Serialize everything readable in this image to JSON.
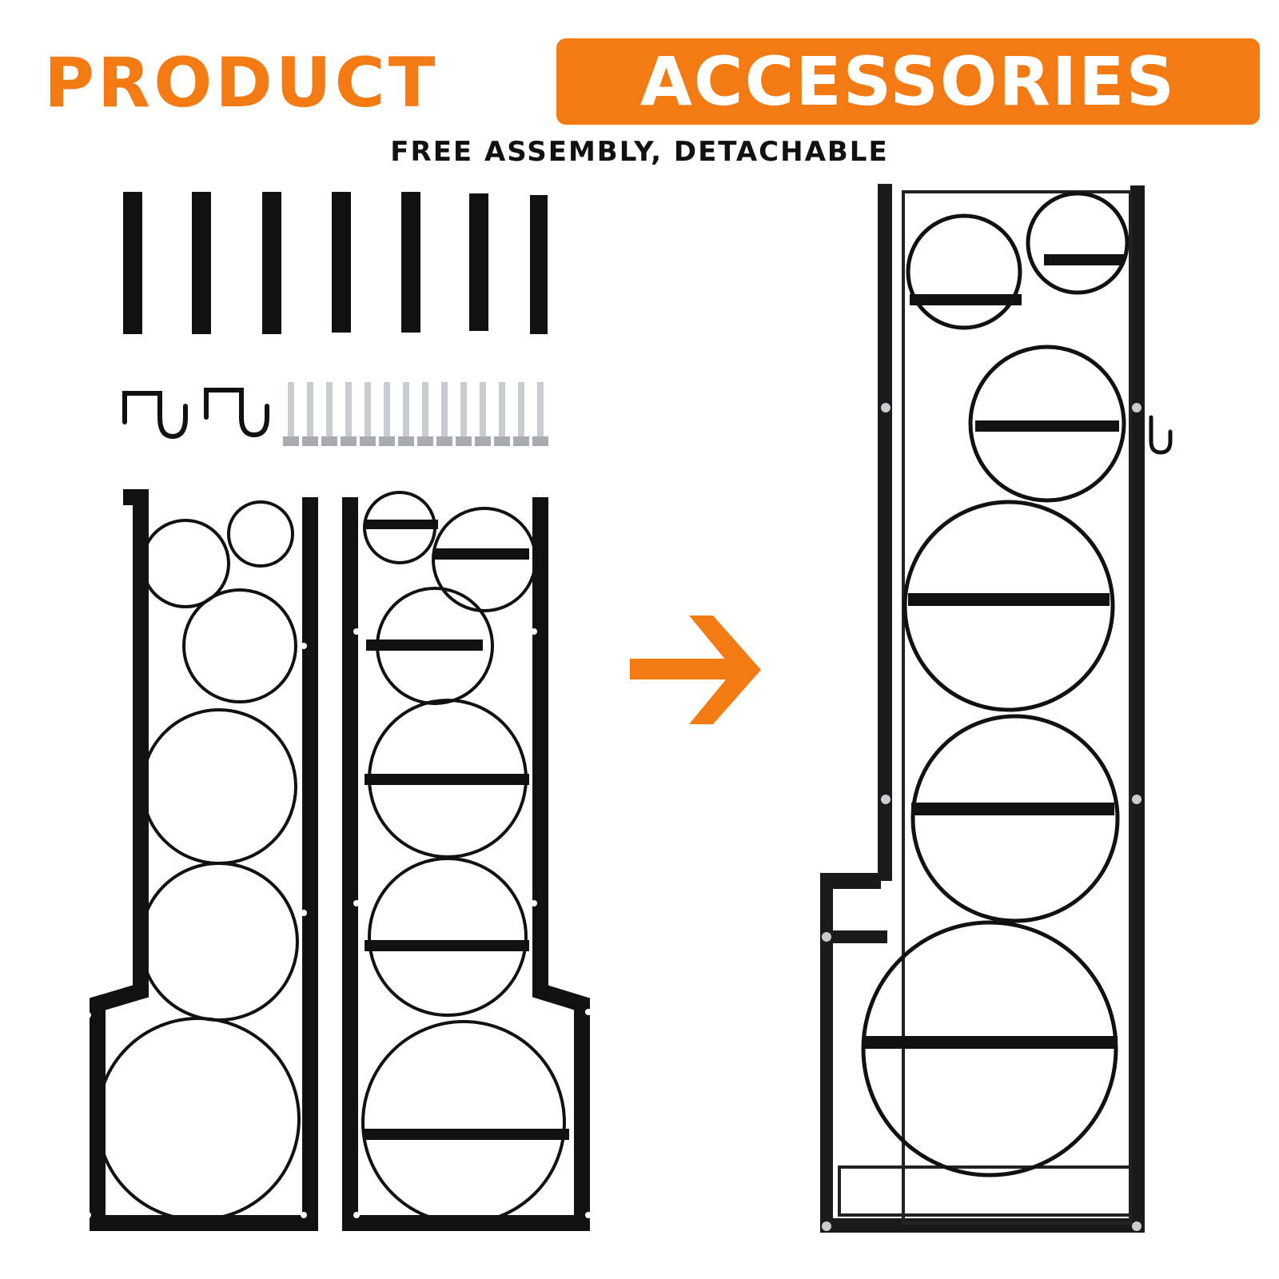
{
  "header": {
    "title_part1": "PRODUCT",
    "title_part2": "ACCESSORIES",
    "subtitle": "FREE ASSEMBLY, DETACHABLE"
  },
  "colors": {
    "accent": "#f47a14",
    "frame": "#111111",
    "bolt": "#c9ccd0"
  },
  "icons": {
    "arrow": "arrow-right-icon"
  },
  "parts": {
    "tubes": 7,
    "hooks": 2,
    "bolts": 14
  }
}
